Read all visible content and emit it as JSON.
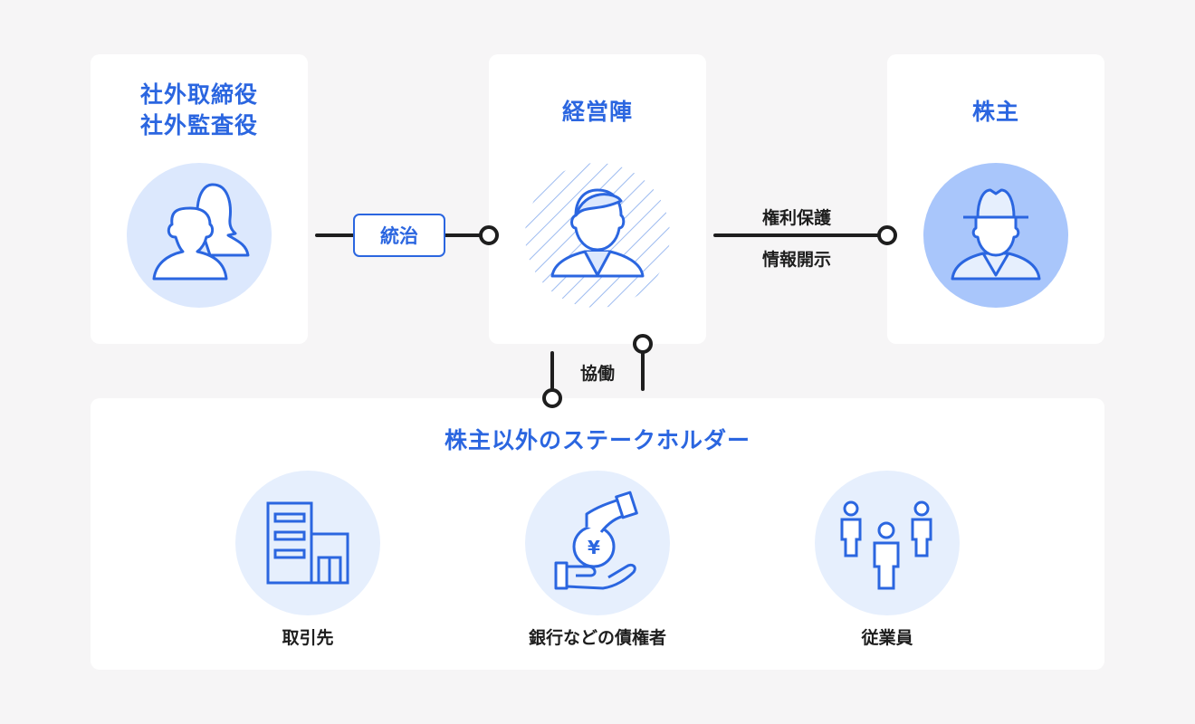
{
  "colors": {
    "accent": "#2b66e0",
    "background": "#f6f5f6",
    "circle_light": "#dce8fd",
    "circle_mid": "#a9c6fb",
    "line": "#1e1e1e"
  },
  "outside_directors": {
    "title_line1": "社外取締役",
    "title_line2": "社外監査役",
    "icon": "two-people-icon"
  },
  "management": {
    "title": "経営陣",
    "icon": "businessman-icon"
  },
  "shareholders": {
    "title": "株主",
    "icon": "person-with-hat-icon"
  },
  "connections": {
    "governance": "統治",
    "rights_protection": "権利保護",
    "disclosure": "情報開示",
    "collaboration": "協働"
  },
  "stakeholders": {
    "title": "株主以外のステークホルダー",
    "items": [
      {
        "label": "取引先",
        "icon": "building-icon"
      },
      {
        "label": "銀行などの債権者",
        "icon": "yen-coin-hand-icon"
      },
      {
        "label": "従業員",
        "icon": "employees-icon"
      }
    ]
  }
}
